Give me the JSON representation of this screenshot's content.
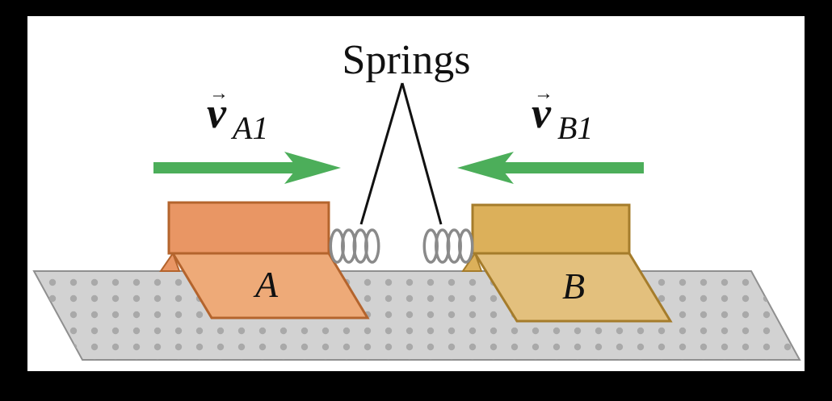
{
  "figure": {
    "springs_label": "Springs",
    "block_a": {
      "label": "A",
      "velocity_symbol": "v",
      "velocity_subscript": "A1",
      "arrow_direction": "right"
    },
    "block_b": {
      "label": "B",
      "velocity_symbol": "v",
      "velocity_subscript": "B1",
      "arrow_direction": "left"
    }
  },
  "colors": {
    "frame": "#000000",
    "panel": "#ffffff",
    "track": "#d2d2d2",
    "track_edge": "#8f8f8f",
    "track_dots": "#a9a9a9",
    "arrow": "#4cae5a",
    "block_a_top": "#e99664",
    "block_a_base": "#eeaa78",
    "block_a_stroke": "#b4642d",
    "block_b_top": "#dcb05a",
    "block_b_base": "#e3c07d",
    "block_b_stroke": "#a57c2b",
    "spring": "#8a8a8a",
    "text": "#111111"
  }
}
